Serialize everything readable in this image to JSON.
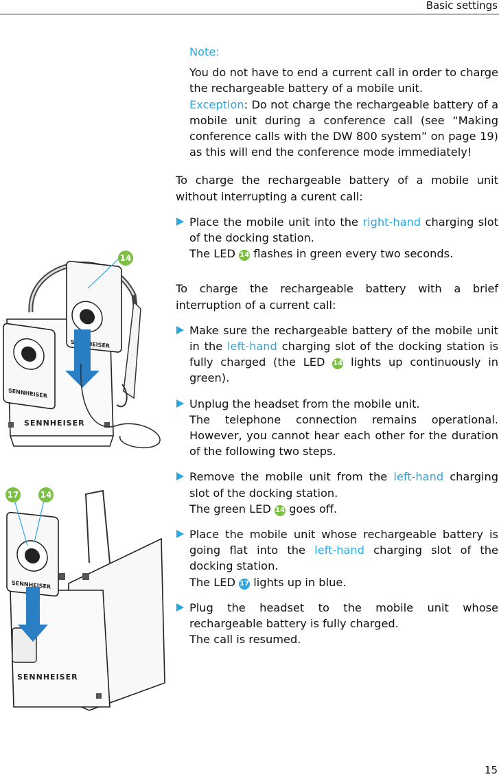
{
  "header": {
    "section": "Basic settings"
  },
  "page_number": "15",
  "note": {
    "label": "Note:",
    "text1": "You do not have to end a current call in order to charge the rechargeable battery of a mobile unit.",
    "exception_word": "Exception",
    "exception_text": ": Do not charge the rechargeable battery of a mobile unit during a conference call (see “Making conference calls with the DW 800 system” on page 19) as this will end the conference mode immediately!"
  },
  "intro1": "To charge the rechargeable battery of a mobile unit without interrupting a curent call:",
  "step1": {
    "a": "Place the mobile unit into the ",
    "hl": "right-hand",
    "b": " charging slot of the docking station.",
    "result_a": "The LED ",
    "result_b": " flashes in green every two seconds."
  },
  "intro2": "To charge the rechargeable battery with a brief interruption of a current call:",
  "step2": {
    "a": "Make sure the rechargeable battery of the mobile unit in the ",
    "hl": "left-hand",
    "b": " charging slot of the docking station is fully charged (the LED ",
    "c": " lights up continuously in green)."
  },
  "step3": {
    "a": "Unplug the headset from the mobile unit.",
    "result": "The telephone connection remains operational. However, you cannot hear each other for the duration of the following two steps."
  },
  "step4": {
    "a": "Remove the mobile unit from the ",
    "hl": "left-hand",
    "b": " charging slot of the docking station.",
    "result_a": "The green LED ",
    "result_b": " goes off."
  },
  "step5": {
    "a": "Place the mobile unit whose rechargeable battery is going flat into the ",
    "hl": "left-hand",
    "b": " charging slot of the docking station.",
    "result_a": "The LED ",
    "result_b": " lights up in blue."
  },
  "step6": {
    "a": "Plug the headset to the mobile unit whose rechargeable battery is fully charged.",
    "result": "The call is resumed."
  },
  "badges": {
    "led14": "14",
    "led17": "17"
  },
  "figure": {
    "brand": "SENNHEISER"
  },
  "colors": {
    "accent": "#2aa7e0",
    "badge": "#7cc043",
    "arrow": "#2a7fc4"
  }
}
